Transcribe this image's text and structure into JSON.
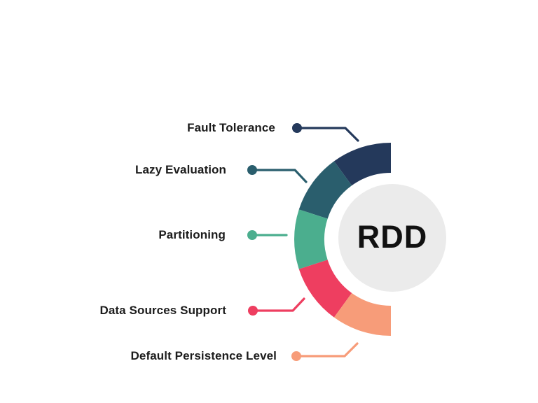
{
  "page": {
    "background_color": "#FFFFFF"
  },
  "chart_data": {
    "type": "pie",
    "variant": "half-donut",
    "title": "RDD",
    "center_label": "RDD",
    "center_circle_color": "#EBEBEB",
    "label_text_color": "#1C1C1C",
    "start_angle_deg": 90,
    "end_angle_deg": 270,
    "direction": "counterclockwise",
    "legend_position": "left-leader-lines",
    "segments": [
      {
        "label": "Fault Tolerance",
        "value": 20,
        "color": "#24395B"
      },
      {
        "label": "Lazy Evaluation",
        "value": 20,
        "color": "#2A5E6D"
      },
      {
        "label": "Partitioning",
        "value": 20,
        "color": "#4BAE8E"
      },
      {
        "label": "Data Sources Support",
        "value": 20,
        "color": "#EE3E60"
      },
      {
        "label": "Default Persistence Level",
        "value": 20,
        "color": "#F79C79"
      }
    ]
  }
}
